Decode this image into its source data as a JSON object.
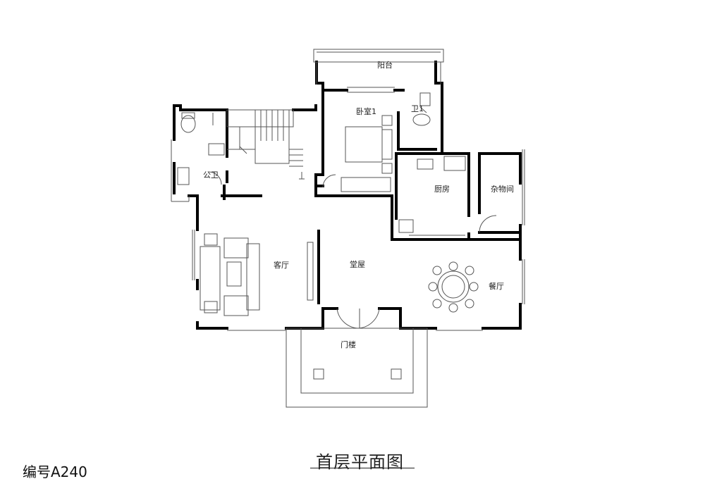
{
  "drawing": {
    "title": "首层平面图",
    "code": "编号A240"
  },
  "rooms": {
    "balcony": "阳台",
    "bedroom": "卧室1",
    "bath1": "卫1",
    "public_bath": "公卫",
    "kitchen": "厨房",
    "storage": "杂物间",
    "living": "客厅",
    "hall": "堂屋",
    "dining": "餐厅",
    "porch": "门楼"
  }
}
